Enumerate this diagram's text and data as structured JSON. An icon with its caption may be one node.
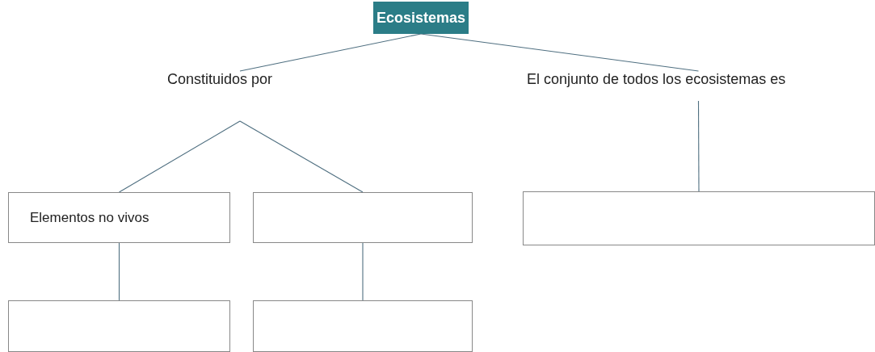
{
  "diagram": {
    "nodes": [
      {
        "text": [
          "Ecosistemas"
        ]
      },
      {
        "text": [
          "Constituidos por"
        ]
      },
      {
        "text": [
          "El conjunto de todos los ecosistemas es"
        ]
      },
      {
        "text": [
          "Elementos no vivos"
        ]
      },
      {
        "text": [],
        "shape": "box"
      },
      {
        "text": [],
        "shape": "box"
      },
      {
        "text": [],
        "shape": "box"
      },
      {
        "text": [],
        "shape": "box"
      }
    ],
    "edges": [
      {
        "from": 0,
        "to": 1,
        "arrow": "none"
      },
      {
        "from": 0,
        "to": 2,
        "arrow": "none"
      },
      {
        "from": 1,
        "to": 3,
        "arrow": "none"
      },
      {
        "from": 1,
        "to": 4,
        "arrow": "none"
      },
      {
        "from": 2,
        "to": 5,
        "arrow": "none"
      },
      {
        "from": 3,
        "to": 6,
        "arrow": "none"
      },
      {
        "from": 4,
        "to": 7,
        "arrow": "none"
      }
    ]
  }
}
